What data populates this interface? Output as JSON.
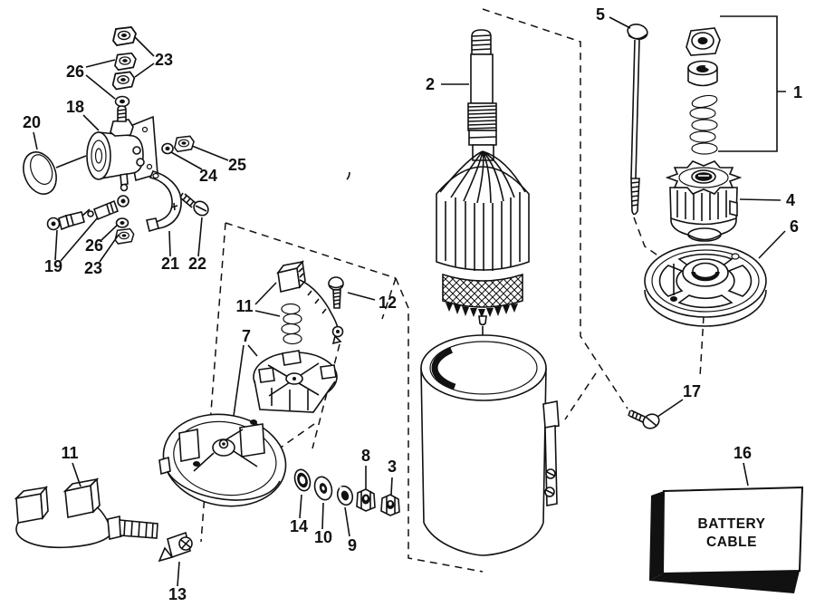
{
  "figure": {
    "kind": "exploded-parts-diagram",
    "subject": "electric starter assembly",
    "ink_color": "#111111",
    "paper_color": "#ffffff"
  },
  "battery_box": {
    "line1": "BATTERY",
    "line2": "CABLE"
  },
  "callouts": [
    {
      "label": "1",
      "part": "nut-spacer-spring-set"
    },
    {
      "label": "2",
      "part": "armature"
    },
    {
      "label": "3",
      "part": "nut"
    },
    {
      "label": "4",
      "part": "drive-pinion"
    },
    {
      "label": "5",
      "part": "through-bolt"
    },
    {
      "label": "6",
      "part": "end-cap-plate"
    },
    {
      "label": "7",
      "part": "brush-plate-and-end-frame"
    },
    {
      "label": "8",
      "part": "flange-nut"
    },
    {
      "label": "9",
      "part": "lock-washer"
    },
    {
      "label": "10",
      "part": "flat-washer"
    },
    {
      "label": "11",
      "part": "brush-and-spring"
    },
    {
      "label": "11",
      "part": "brush-lead-set"
    },
    {
      "label": "12",
      "part": "brush-screw"
    },
    {
      "label": "13",
      "part": "clamp"
    },
    {
      "label": "14",
      "part": "washer"
    },
    {
      "label": "16",
      "part": "battery-cable"
    },
    {
      "label": "17",
      "part": "mount-screw"
    },
    {
      "label": "18",
      "part": "solenoid"
    },
    {
      "label": "19",
      "part": "cable-leads"
    },
    {
      "label": "20",
      "part": "rubber-boot"
    },
    {
      "label": "21",
      "part": "strap-bracket"
    },
    {
      "label": "22",
      "part": "screw"
    },
    {
      "label": "23",
      "part": "nuts"
    },
    {
      "label": "23",
      "part": "nut"
    },
    {
      "label": "24",
      "part": "washer"
    },
    {
      "label": "25",
      "part": "nut"
    },
    {
      "label": "26",
      "part": "washers"
    },
    {
      "label": "26",
      "part": "washer"
    }
  ]
}
